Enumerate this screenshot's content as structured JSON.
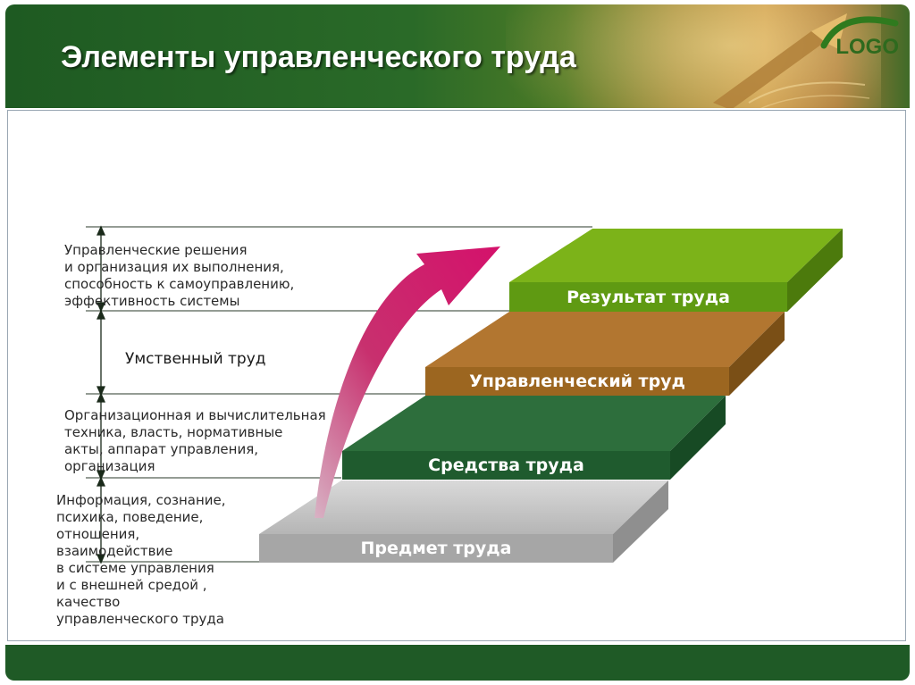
{
  "slide": {
    "title": "Элементы управленческого труда",
    "logo": "LOGO"
  },
  "left_labels": {
    "top": "Управленческие решения\nи организация их выполнения,\nспособность к самоуправлению,\nэффективность системы",
    "middle": "Умственный труд",
    "lower": "Организационная и вычислительная\nтехника, власть, нормативные\nакты, аппарат управления,\nорганизация",
    "bottom": "Информация, сознание,\nпсихика, поведение,\nотношения,\nвзаимодействие\nв системе управления\nи с внешней средой ,\nкачество\nуправленческого труда"
  },
  "steps": [
    {
      "label": "Предмет труда",
      "color": "#a6a6a6"
    },
    {
      "label": "Средства труда",
      "color": "#1f5b2e"
    },
    {
      "label": "Управленческий труд",
      "color": "#9c6620"
    },
    {
      "label": "Результат труда",
      "color": "#5f9a12"
    }
  ],
  "colors": {
    "header_green": "#1e5a22",
    "arrow": "#d0106a",
    "footer": "#1f5a26"
  }
}
